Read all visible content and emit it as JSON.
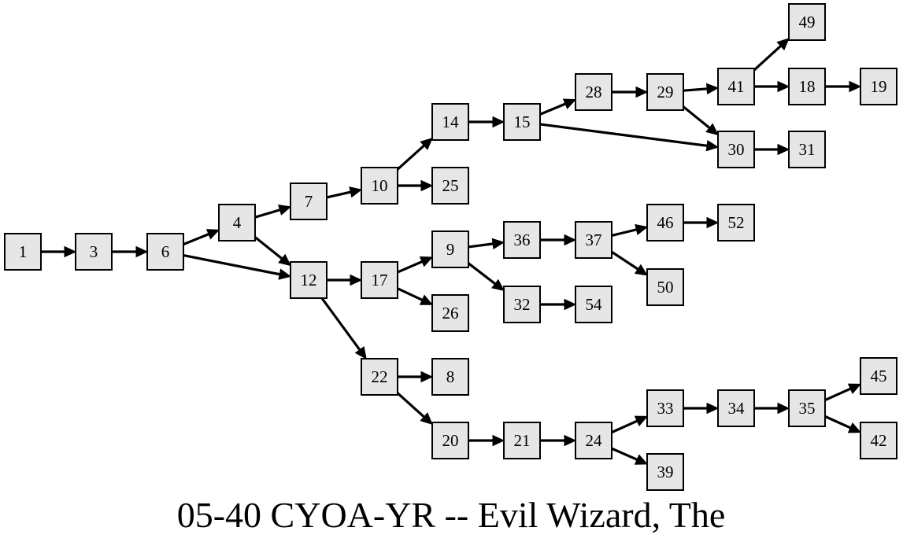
{
  "title": "05-40 CYOA-YR -- Evil Wizard, The",
  "nodes": [
    "1",
    "3",
    "6",
    "4",
    "7",
    "10",
    "14",
    "15",
    "28",
    "29",
    "41",
    "49",
    "18",
    "19",
    "30",
    "31",
    "25",
    "12",
    "17",
    "9",
    "36",
    "37",
    "46",
    "52",
    "50",
    "32",
    "54",
    "26",
    "22",
    "8",
    "20",
    "21",
    "24",
    "33",
    "34",
    "35",
    "45",
    "42",
    "39"
  ],
  "edges": [
    [
      "1",
      "3"
    ],
    [
      "3",
      "6"
    ],
    [
      "6",
      "4"
    ],
    [
      "6",
      "12"
    ],
    [
      "4",
      "7"
    ],
    [
      "4",
      "12"
    ],
    [
      "7",
      "10"
    ],
    [
      "10",
      "14"
    ],
    [
      "10",
      "25"
    ],
    [
      "14",
      "15"
    ],
    [
      "15",
      "28"
    ],
    [
      "15",
      "30"
    ],
    [
      "28",
      "29"
    ],
    [
      "29",
      "41"
    ],
    [
      "29",
      "30"
    ],
    [
      "41",
      "49"
    ],
    [
      "41",
      "18"
    ],
    [
      "18",
      "19"
    ],
    [
      "30",
      "31"
    ],
    [
      "12",
      "17"
    ],
    [
      "12",
      "22"
    ],
    [
      "17",
      "9"
    ],
    [
      "17",
      "26"
    ],
    [
      "9",
      "36"
    ],
    [
      "9",
      "32"
    ],
    [
      "36",
      "37"
    ],
    [
      "37",
      "46"
    ],
    [
      "37",
      "50"
    ],
    [
      "46",
      "52"
    ],
    [
      "32",
      "54"
    ],
    [
      "22",
      "8"
    ],
    [
      "22",
      "20"
    ],
    [
      "20",
      "21"
    ],
    [
      "21",
      "24"
    ],
    [
      "24",
      "33"
    ],
    [
      "24",
      "39"
    ],
    [
      "33",
      "34"
    ],
    [
      "34",
      "35"
    ],
    [
      "35",
      "45"
    ],
    [
      "35",
      "42"
    ]
  ]
}
